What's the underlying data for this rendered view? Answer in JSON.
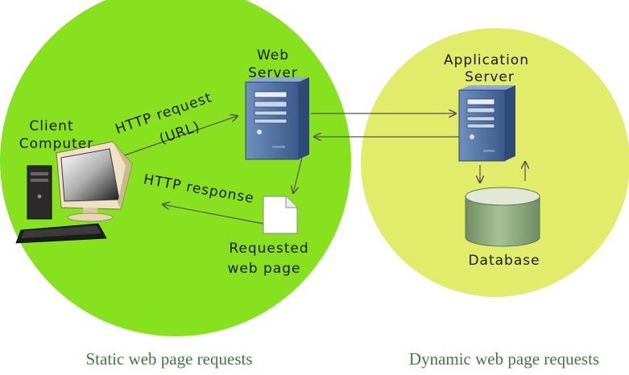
{
  "labels": {
    "web_server_line1": "Web",
    "web_server_line2": "Server",
    "client_line1": "Client",
    "client_line2": "Computer",
    "http_request_line1": "HTTP request",
    "http_request_line2": "(URL)",
    "http_response": "HTTP response",
    "requested_line1": "Requested",
    "requested_line2": "web page",
    "app_server_line1": "Application",
    "app_server_line2": "Server",
    "database": "Database"
  },
  "captions": {
    "static": "Static web page requests",
    "dynamic": "Dynamic web page requests"
  },
  "colors": {
    "static_region": "#87e11e",
    "dynamic_region": "#e0ec6a",
    "server_body": "#4a6d9e",
    "database": "#8aa67a",
    "caption_text": "#3d7a3d"
  }
}
